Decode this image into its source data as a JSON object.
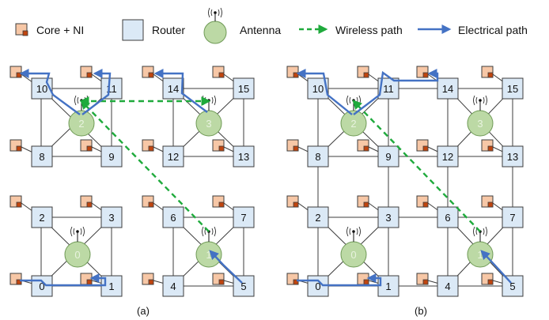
{
  "legend": {
    "core_label": "Core + NI",
    "router_label": "Router",
    "antenna_label": "Antenna",
    "wireless_label": "Wireless path",
    "electrical_label": "Electrical path"
  },
  "colors": {
    "router_fill": "#dbe9f6",
    "router_stroke": "#3c3c3c",
    "core_fill": "#f7c7a6",
    "core_accent": "#c0450f",
    "antenna_fill": "#bcd9a5",
    "antenna_stroke": "#6f9a56",
    "wireless": "#1faa3c",
    "electrical": "#4472c4",
    "link": "#3c3c3c"
  },
  "panels": [
    {
      "caption": "(a)",
      "routers": [
        "0",
        "1",
        "2",
        "3",
        "4",
        "5",
        "6",
        "7",
        "8",
        "9",
        "10",
        "11",
        "12",
        "13",
        "14",
        "15"
      ],
      "antennas": [
        "0",
        "1",
        "2",
        "3"
      ]
    },
    {
      "caption": "(b)",
      "routers": [
        "0",
        "1",
        "2",
        "3",
        "4",
        "5",
        "6",
        "7",
        "8",
        "9",
        "10",
        "11",
        "12",
        "13",
        "14",
        "15"
      ],
      "antennas": [
        "0",
        "1",
        "2",
        "3"
      ]
    }
  ]
}
